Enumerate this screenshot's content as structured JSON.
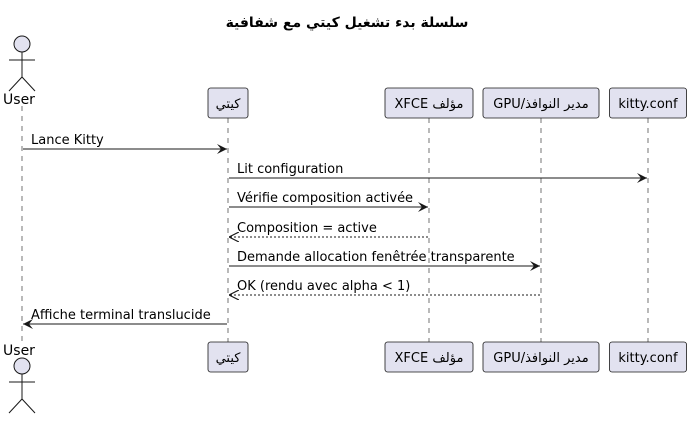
{
  "title": "سلسلة بدء تشغيل كيتي مع شفافية",
  "participants": [
    {
      "id": "user",
      "label": "User",
      "kind": "actor"
    },
    {
      "id": "kitty",
      "label": "كيتي",
      "kind": "participant"
    },
    {
      "id": "xfce",
      "label": "XFCE مؤلف",
      "kind": "participant"
    },
    {
      "id": "gpu",
      "label": "GPU/مدير النوافذ",
      "kind": "participant"
    },
    {
      "id": "conf",
      "label": "kitty.conf",
      "kind": "participant"
    }
  ],
  "messages": [
    {
      "from": "user",
      "to": "kitty",
      "text": "Lance Kitty",
      "style": "solid"
    },
    {
      "from": "kitty",
      "to": "conf",
      "text": "Lit configuration",
      "style": "solid"
    },
    {
      "from": "kitty",
      "to": "xfce",
      "text": "Vérifie composition activée",
      "style": "solid"
    },
    {
      "from": "xfce",
      "to": "kitty",
      "text": "Composition = active",
      "style": "dashed"
    },
    {
      "from": "kitty",
      "to": "gpu",
      "text": "Demande allocation fenêtrée transparente",
      "style": "solid"
    },
    {
      "from": "gpu",
      "to": "kitty",
      "text": "OK (rendu avec alpha < 1)",
      "style": "dashed"
    },
    {
      "from": "kitty",
      "to": "user",
      "text": "Affiche terminal translucide",
      "style": "solid"
    }
  ],
  "colors": {
    "participant_fill": "#E2E2F0",
    "stroke": "#181818"
  }
}
